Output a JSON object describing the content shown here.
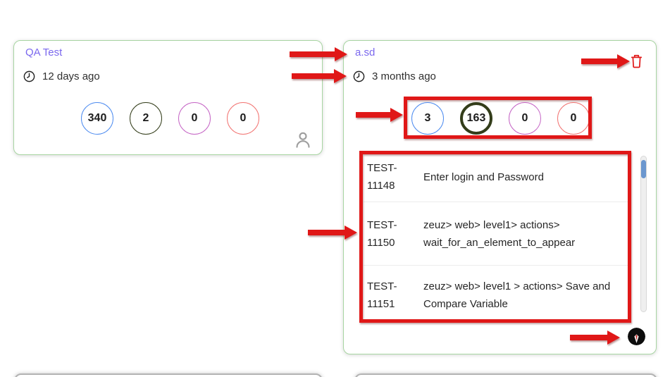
{
  "colors": {
    "annotation_red": "#e01717",
    "card_border_green": "#a8d5a2",
    "title_purple": "#7b68ee",
    "counter_blue": "#4e8cf0",
    "counter_dark_olive": "#333d1a",
    "counter_purple": "#c565c5",
    "counter_light_red": "#f27573",
    "scroll_thumb": "#6b97cf",
    "trash_red": "#e01b1b",
    "person_gray": "#9e9e9e"
  },
  "icons": {
    "clock": "outline-clock-icon",
    "trash": "outline-trash-can-icon",
    "person": "outline-person-icon",
    "avatar": "dark-suit-user-photo"
  },
  "cards": [
    {
      "title": "QA Test",
      "time_ago": "12 days ago",
      "counters": [
        {
          "value": "340",
          "color": "#4e8cf0"
        },
        {
          "value": "2",
          "color": "#333d1a"
        },
        {
          "value": "0",
          "color": "#c565c5"
        },
        {
          "value": "0",
          "color": "#f27573"
        }
      ]
    },
    {
      "title": "a.sd",
      "time_ago": "3 months ago",
      "counters": [
        {
          "value": "3",
          "color": "#4e8cf0"
        },
        {
          "value": "163",
          "color": "#333d1a"
        },
        {
          "value": "0",
          "color": "#c565c5"
        },
        {
          "value": "0",
          "color": "#f27573"
        }
      ],
      "tests": [
        {
          "id": "TEST-11148",
          "description": "Enter login and Password"
        },
        {
          "id": "TEST-11150",
          "description": "zeuz> web> level1> actions> wait_for_an_element_to_appear"
        },
        {
          "id": "TEST-11151",
          "description": "zeuz> web> level1 > actions> Save and Compare Variable"
        }
      ]
    }
  ]
}
